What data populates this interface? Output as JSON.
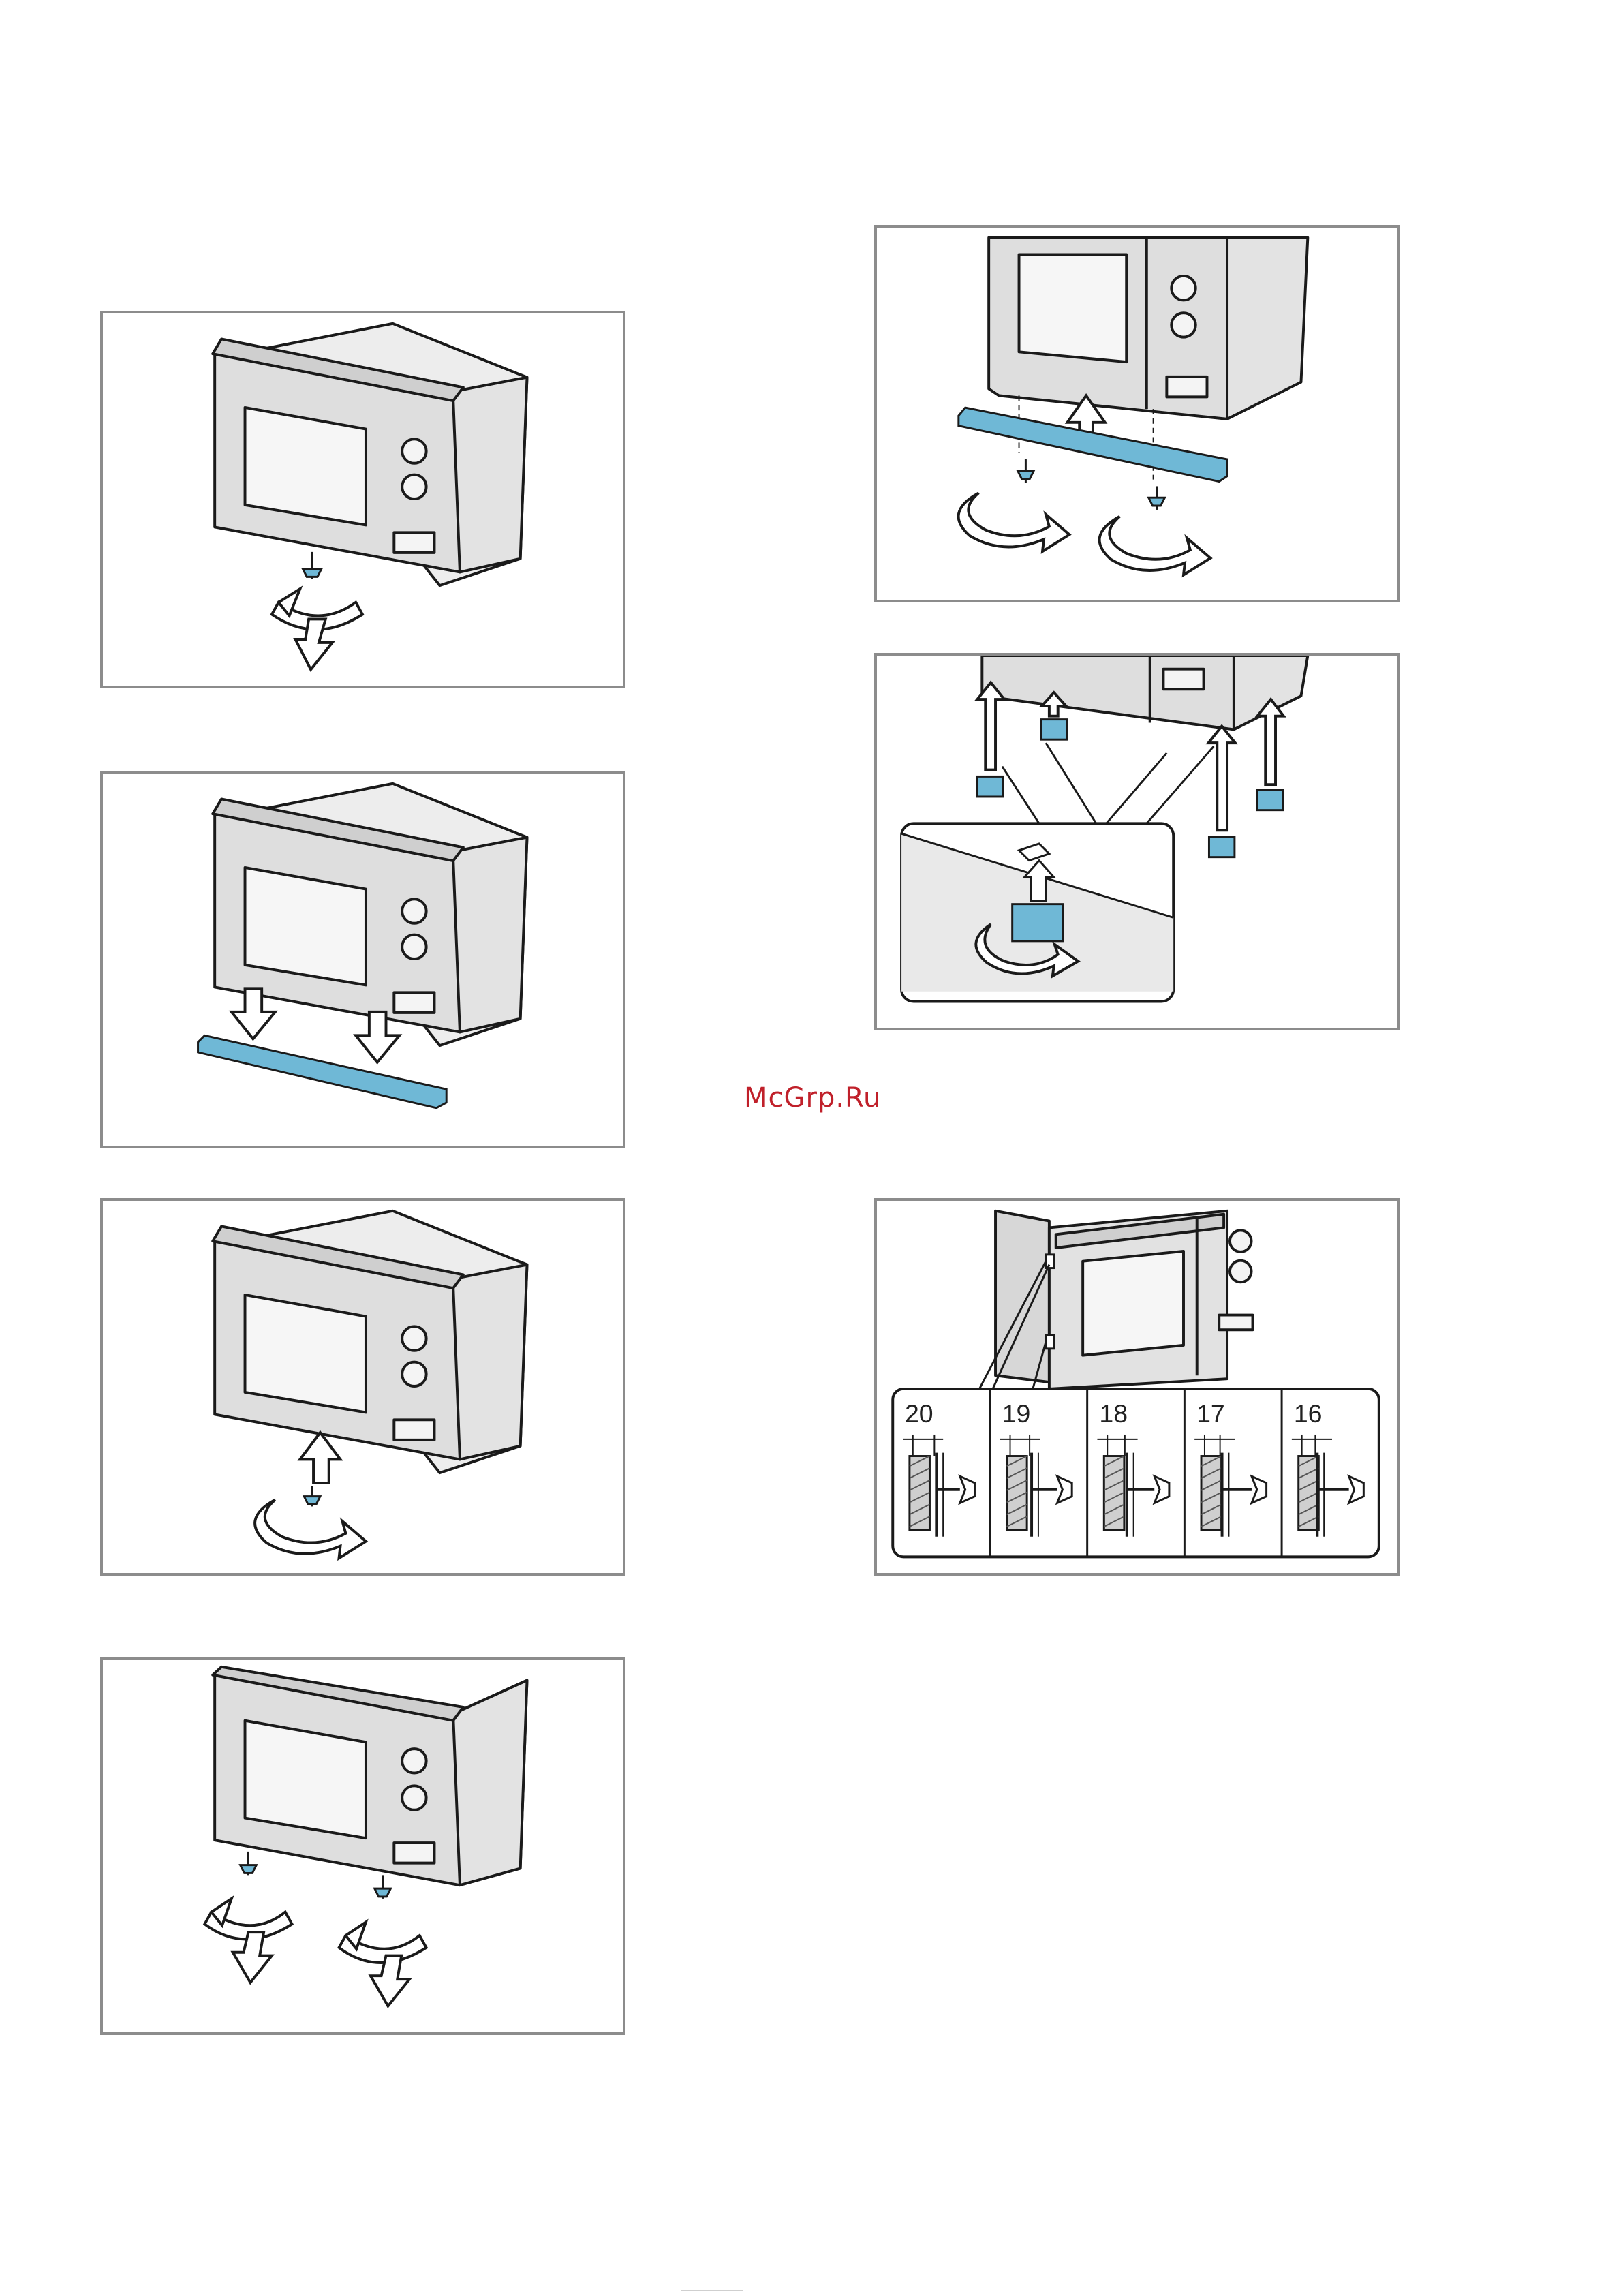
{
  "watermark": "McGrp.Ru",
  "depth_labels": [
    "20",
    "19",
    "18",
    "17",
    "16"
  ],
  "colors": {
    "bracket": "#6fb8d6",
    "outline": "#1a1a1a",
    "panel_border": "#8c8c8c",
    "watermark": "#c0202a"
  },
  "panels": [
    {
      "icon": "oven-remove-front-screw-illustration"
    },
    {
      "icon": "oven-remove-mounting-rail-illustration"
    },
    {
      "icon": "oven-tighten-center-screw-illustration"
    },
    {
      "icon": "oven-remove-two-screws-illustration"
    },
    {
      "icon": "oven-attach-rail-from-below-illustration"
    },
    {
      "icon": "oven-insert-feet-illustration"
    },
    {
      "icon": "oven-wall-depth-adjustment-illustration"
    }
  ]
}
